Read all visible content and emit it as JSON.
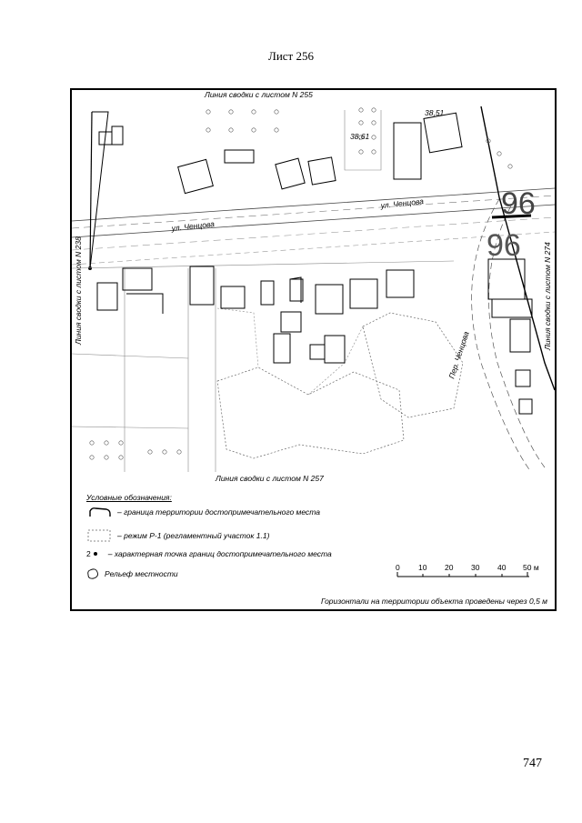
{
  "sheet": {
    "title": "Лист 256",
    "page_number": "747"
  },
  "map": {
    "top_boundary": "Линия сводки с листом N 255",
    "bottom_boundary": "Линия сводки с листом N 257",
    "left_boundary": "Линия сводки с листом N 238",
    "right_boundary": "Линия сводки с листом N 274",
    "street_upper": "ул. Ченцова",
    "street_lower": "ул. Ченцова",
    "lane": "Пер. Ченцова",
    "elevation_1": "38,51",
    "elevation_2": "38,61",
    "area_number_1": "96",
    "area_number_2": "96"
  },
  "legend": {
    "heading": "Условные обозначения:",
    "item_boundary": "– граница территории достопримечательного места",
    "item_regime": "– режим Р-1 (регламентный участок 1.1)",
    "item_point_num": "2",
    "item_point": "– характерная точка границ достопримечательного места",
    "item_relief": "Рельеф местности",
    "scale_labels": [
      "0",
      "10",
      "20",
      "30",
      "40",
      "50 м"
    ],
    "contour_note": "Горизонтали на территории объекта проведены через 0,5 м"
  }
}
